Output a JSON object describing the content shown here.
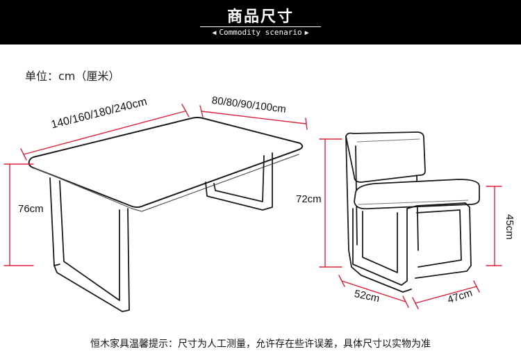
{
  "header": {
    "title": "商品尺寸",
    "subtitle": "Commodity scenario",
    "bg_color": "#000000",
    "text_color": "#ffffff"
  },
  "unit_label": "单位：cm（厘米）",
  "dimensions": {
    "table_length": "140/160/180/240cm",
    "table_width": "80/80/90/100cm",
    "table_height": "76cm",
    "chair_height": "72cm",
    "seat_height": "45cm",
    "chair_width": "52cm",
    "chair_depth": "47cm"
  },
  "dimension_color": "#e0203a",
  "footer_note": "恒木家具温馨提示：尺寸为人工测量，允许存在些许误差，具体尺寸以实物为准",
  "icons": {
    "left_arrow": "left-triangle-icon",
    "right_arrow": "right-triangle-icon"
  }
}
